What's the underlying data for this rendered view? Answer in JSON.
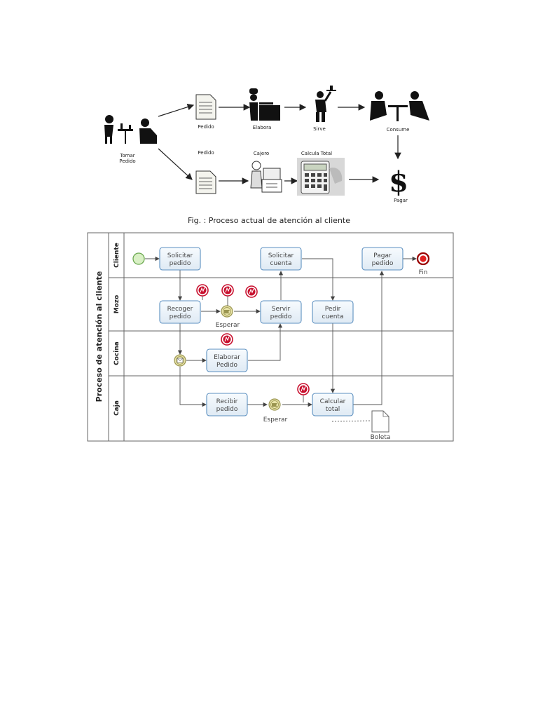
{
  "top_diagram": {
    "labels": {
      "tomar_pedido": [
        "Tomar",
        "Pedido"
      ],
      "pedido_top": "Pedido",
      "elabora": "Elabora",
      "sirve": "Sirve",
      "consume": "Consume",
      "pedido_bottom": "Pedido",
      "cajero": "Cajero",
      "calcula_total": "Calcula Total",
      "pagar": "Pagar",
      "dollar": "$"
    }
  },
  "caption": "Fig. : Proceso actual de atención al cliente",
  "bpmn": {
    "pool_title": "Proceso de atención al cliente",
    "lanes": [
      "Cliente",
      "Mozo",
      "Cocina",
      "Caja"
    ],
    "tasks": {
      "solicitar_pedido": [
        "Solicitar",
        "pedido"
      ],
      "solicitar_cuenta": [
        "Solicitar",
        "cuenta"
      ],
      "pagar_pedido": [
        "Pagar",
        "pedido"
      ],
      "recoger_pedido": [
        "Recoger",
        "pedido"
      ],
      "servir_pedido": [
        "Servir",
        "pedido"
      ],
      "pedir_cuenta": [
        "Pedir",
        "cuenta"
      ],
      "elaborar_pedido": [
        "Elaborar",
        "Pedido"
      ],
      "recibir_pedido": [
        "Recibir",
        "pedido"
      ],
      "calcular_total": [
        "Calcular",
        "total"
      ]
    },
    "event_labels": {
      "fin": "Fin",
      "esperar_mozo": "Esperar",
      "esperar_caja": "Esperar"
    },
    "artifact": "Boleta",
    "colors": {
      "task_fill": "#eef5fb",
      "task_stroke": "#5b8fc0",
      "start_fill": "#d9f0c5",
      "start_stroke": "#6aa84f",
      "end_stroke": "#990000",
      "end_fill": "#e02020",
      "error_fill": "#c8102e",
      "intermediate_fill": "#e8e3a8",
      "intermediate_stroke": "#9a9550"
    }
  }
}
